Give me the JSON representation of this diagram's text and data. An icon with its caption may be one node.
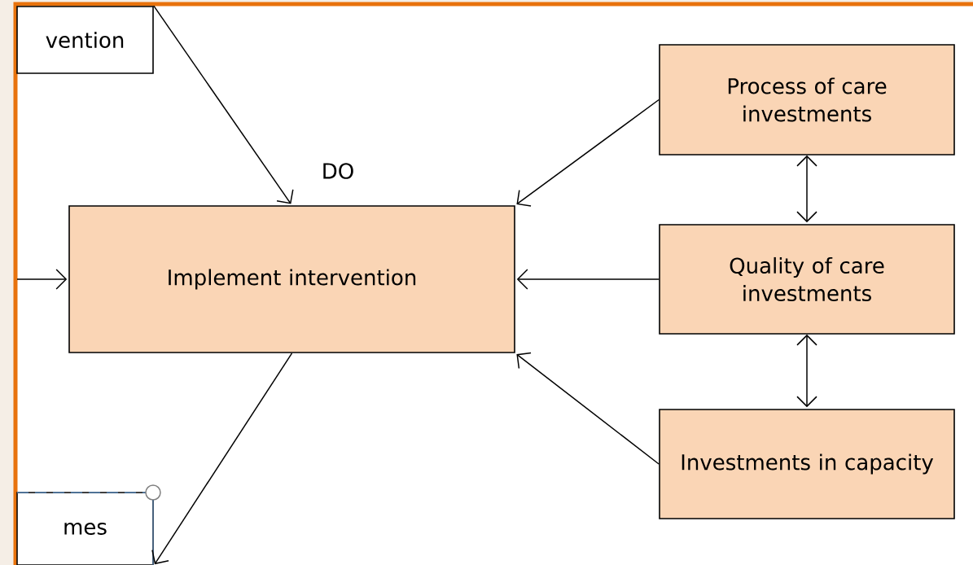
{
  "diagram": {
    "nodes": [
      {
        "text": [
          "vention"
        ]
      },
      {
        "text": [
          "Implement intervention"
        ]
      },
      {
        "text": [
          "Process of care investments"
        ]
      },
      {
        "text": [
          "Quality of care investments"
        ]
      },
      {
        "text": [
          "Investments in capacity"
        ]
      },
      {
        "text": [
          "mes"
        ]
      }
    ],
    "edges": [
      {
        "from": 0,
        "to": 1,
        "arrow": "to"
      },
      {
        "from": null,
        "to": 1,
        "arrow": "to"
      },
      {
        "from": 2,
        "to": 1,
        "arrow": "to"
      },
      {
        "from": 3,
        "to": 1,
        "arrow": "to"
      },
      {
        "from": 4,
        "to": 1,
        "arrow": "to"
      },
      {
        "from": 2,
        "to": 3,
        "arrow": "both"
      },
      {
        "from": 3,
        "to": 4,
        "arrow": "both"
      },
      {
        "from": 1,
        "to": 5,
        "arrow": "to"
      }
    ],
    "labels": [
      "DO"
    ]
  }
}
